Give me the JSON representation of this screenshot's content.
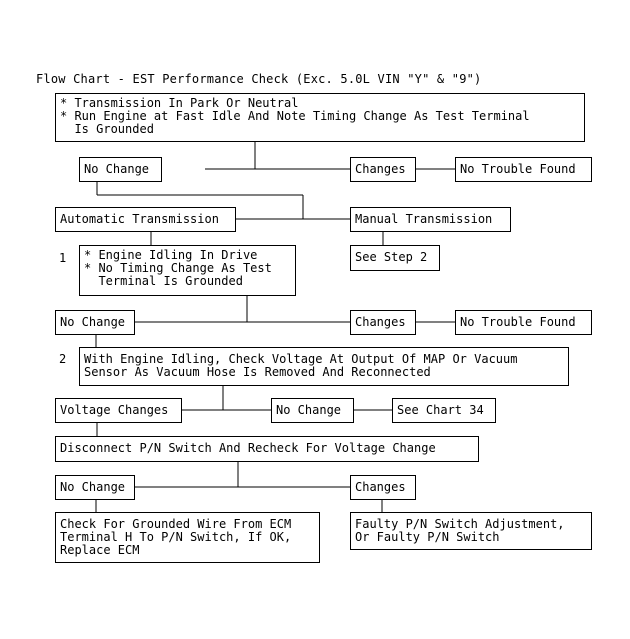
{
  "title": "Flow Chart - EST Performance Check (Exc. 5.0L VIN \"Y\" & \"9\")",
  "steps": {
    "s1": "1",
    "s2": "2"
  },
  "boxes": {
    "start": "* Transmission In Park Or Neutral\n* Run Engine at Fast Idle And Note Timing Change As Test Terminal\n  Is Grounded",
    "no_change_1": "No Change",
    "changes_1": "Changes",
    "no_trouble_1": "No Trouble Found",
    "auto_trans": "Automatic Transmission",
    "manual_trans": "Manual Transmission",
    "engine_idling": "* Engine Idling In Drive\n* No Timing Change As Test\n  Terminal Is Grounded",
    "see_step_2": "See Step 2",
    "no_change_2": "No Change",
    "changes_2": "Changes",
    "no_trouble_2": "No Trouble Found",
    "check_voltage": "With Engine Idling, Check Voltage At Output Of MAP Or Vacuum\nSensor As Vacuum Hose Is Removed And Reconnected",
    "voltage_changes": "Voltage Changes",
    "no_change_3": "No Change",
    "see_chart_34": "See Chart 34",
    "disconnect_pn": "Disconnect P/N Switch And Recheck For Voltage Change",
    "no_change_4": "No Change",
    "changes_4": "Changes",
    "check_grounded": "Check For Grounded Wire From ECM\nTerminal H To P/N Switch, If OK,\nReplace ECM",
    "faulty_pn": "Faulty P/N Switch Adjustment,\nOr Faulty P/N Switch"
  }
}
